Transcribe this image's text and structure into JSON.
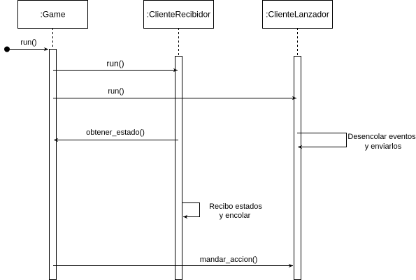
{
  "participants": [
    {
      "id": "game",
      "label": ":Game"
    },
    {
      "id": "receiver",
      "label": ":ClienteRecibidor"
    },
    {
      "id": "launcher",
      "label": ":ClienteLanzador"
    }
  ],
  "messages": [
    {
      "id": "run-game",
      "label": "run()",
      "from": "start",
      "to": "game"
    },
    {
      "id": "run-receiver",
      "label": "run()",
      "from": "game",
      "to": "receiver"
    },
    {
      "id": "run-launcher",
      "label": "run()",
      "from": "game",
      "to": "launcher"
    },
    {
      "id": "obtener-estado",
      "label": "obtener_estado()",
      "from": "receiver",
      "to": "game"
    },
    {
      "id": "mandar-accion",
      "label": "mandar_accion()",
      "from": "game",
      "to": "launcher"
    }
  ],
  "self_messages": [
    {
      "id": "desencolar",
      "participant": "launcher",
      "lines": [
        "Desencolar eventos",
        "y enviarlos"
      ]
    },
    {
      "id": "recibo",
      "participant": "receiver",
      "lines": [
        "Recibo estados",
        "y encolar"
      ]
    }
  ],
  "colors": {
    "line": "#000000",
    "fill": "#ffffff"
  }
}
